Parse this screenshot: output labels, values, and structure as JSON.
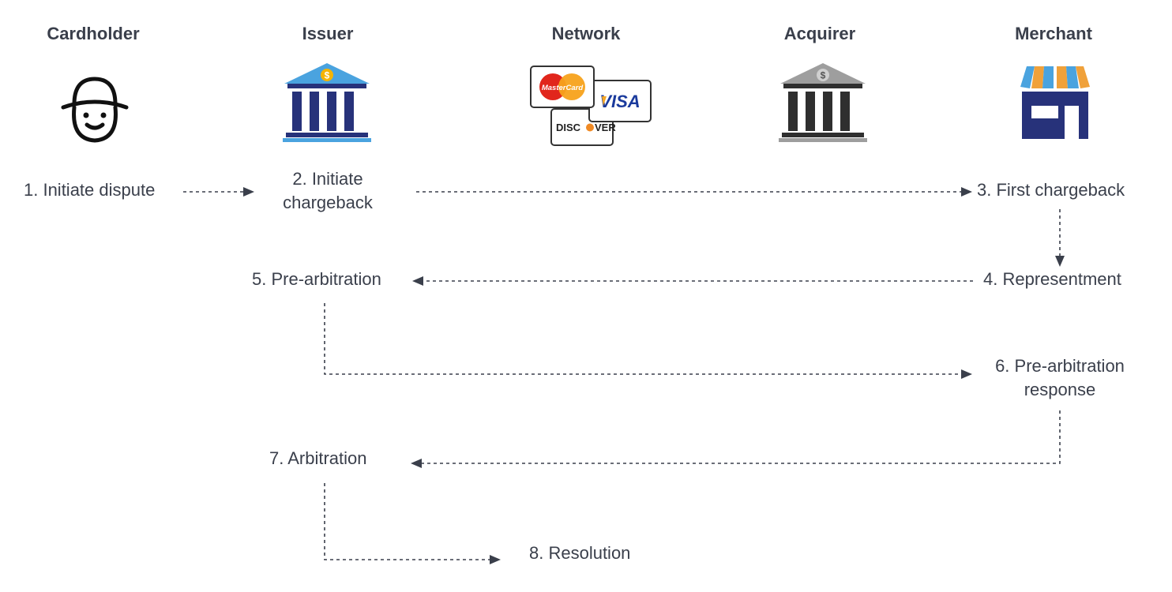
{
  "columns": [
    {
      "label": "Cardholder",
      "icon": "cardholder-face-icon"
    },
    {
      "label": "Issuer",
      "icon": "issuer-bank-icon"
    },
    {
      "label": "Network",
      "icon": "card-networks-icon"
    },
    {
      "label": "Acquirer",
      "icon": "acquirer-bank-icon"
    },
    {
      "label": "Merchant",
      "icon": "merchant-storefront-icon"
    }
  ],
  "network_logos": {
    "mastercard": "MasterCard",
    "visa": "VISA",
    "discover_pre": "DISC",
    "discover_post": "VER"
  },
  "steps": [
    {
      "id": 1,
      "label": "1. Initiate dispute"
    },
    {
      "id": 2,
      "line1": "2. Initiate",
      "line2": "chargeback"
    },
    {
      "id": 3,
      "label": "3. First chargeback"
    },
    {
      "id": 4,
      "label": "4. Representment"
    },
    {
      "id": 5,
      "label": "5. Pre-arbitration"
    },
    {
      "id": 6,
      "line1": "6. Pre-arbitration",
      "line2": "response"
    },
    {
      "id": 7,
      "label": "7. Arbitration"
    },
    {
      "id": 8,
      "label": "8. Resolution"
    }
  ],
  "flows": [
    {
      "from": 1,
      "to": 2
    },
    {
      "from": 2,
      "to": 3
    },
    {
      "from": 3,
      "to": 4
    },
    {
      "from": 4,
      "to": 5
    },
    {
      "from": 5,
      "to": 6
    },
    {
      "from": 6,
      "to": 7
    },
    {
      "from": 7,
      "to": 8
    }
  ],
  "colors": {
    "text": "#3a3f4b",
    "arrow": "#3a3f4b",
    "issuer_blue": "#27327a",
    "issuer_light": "#4aa3df",
    "acquirer_gray": "#2f2f2f",
    "acquirer_light": "#9e9e9e",
    "merchant_navy": "#27327a",
    "awning_orange": "#f0a13a",
    "awning_blue": "#4aa3df",
    "coin_gold": "#f5b400"
  }
}
